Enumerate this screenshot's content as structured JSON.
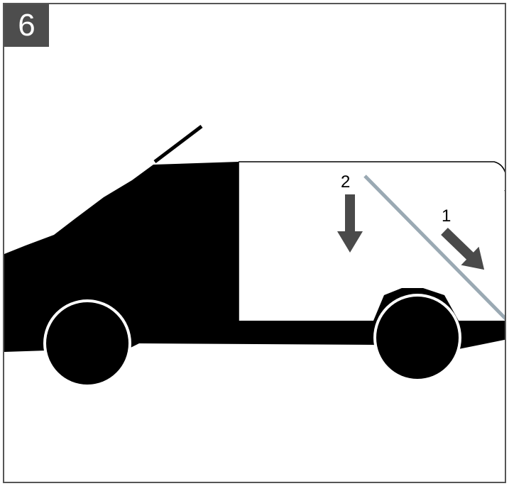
{
  "step": {
    "number": "6"
  },
  "callouts": {
    "first": "1",
    "second": "2"
  },
  "colors": {
    "badge": "#4d4d4d",
    "arrow": "#4a4a4a",
    "panel_edge": "#9aa9b3",
    "van": "#000000"
  },
  "icons": {
    "vehicle": "van-silhouette-icon",
    "move_arrow": "arrow-icon"
  }
}
